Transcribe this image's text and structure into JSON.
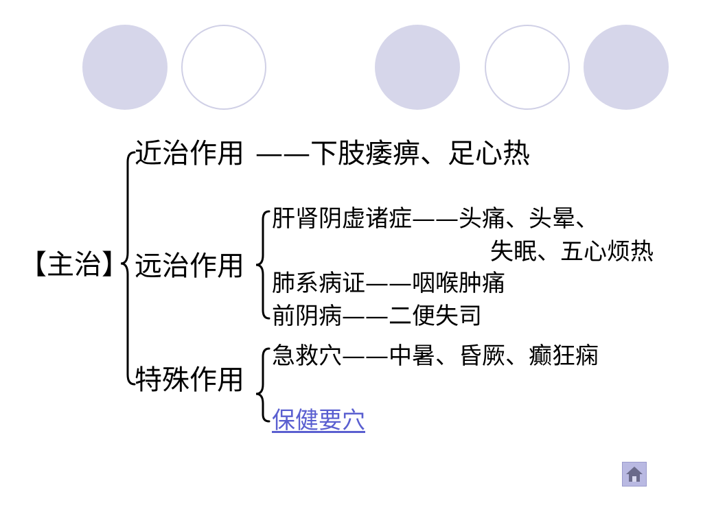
{
  "diagram": {
    "root": "【主治】",
    "near": {
      "label": "近治作用",
      "items": [
        {
          "text": "——下肢痿痹、足心热"
        }
      ]
    },
    "far": {
      "label": "远治作用",
      "items": [
        {
          "text": "肝肾阴虚诸症——头痛、头晕、",
          "continuation": "失眠、五心烦热"
        },
        {
          "text": "肺系病证——咽喉肿痛"
        },
        {
          "text": "前阴病——二便失司"
        }
      ]
    },
    "special": {
      "label": "特殊作用",
      "items": [
        {
          "text": "急救穴——中暑、昏厥、癫狂痫"
        },
        {
          "text": "保健要穴",
          "link": true
        }
      ]
    }
  },
  "colors": {
    "circle_fill": "#d6d6ea",
    "circle_stroke": "#d0d0e6",
    "link": "#5a5fd0",
    "home_button": "#b9b9e2"
  },
  "nav": {
    "home_icon": "home-icon"
  }
}
